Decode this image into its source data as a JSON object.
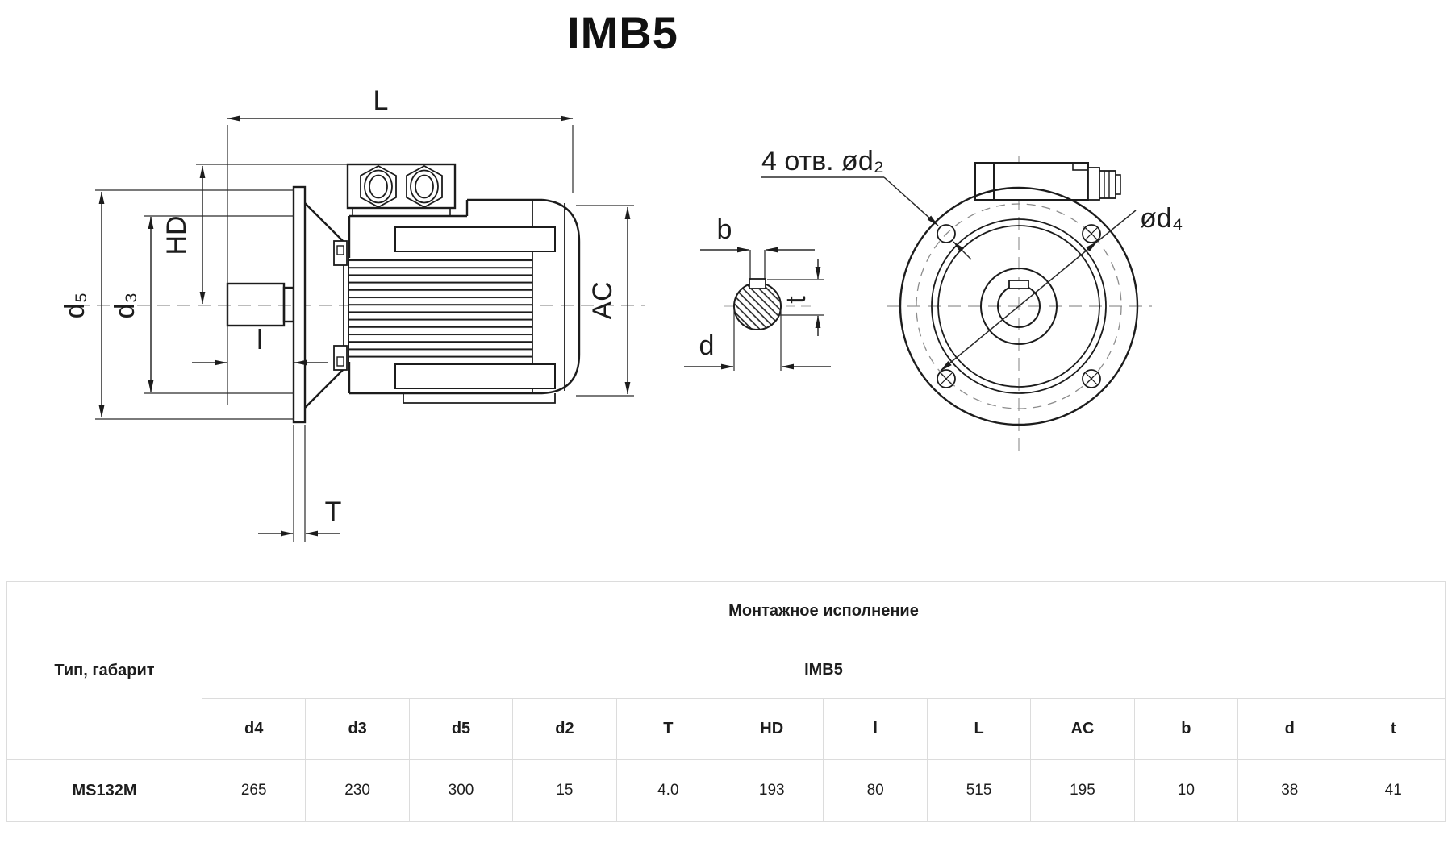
{
  "title": "IMB5",
  "labels": {
    "L": "L",
    "HD": "HD",
    "d5": "d₅",
    "d3": "d₃",
    "l": "l",
    "T": "T",
    "AC": "AC",
    "b": "b",
    "t": "t",
    "d": "d",
    "holes": "4 отв. ød₂",
    "d4": "ød₄"
  },
  "table": {
    "type_header": "Тип, габарит",
    "mounting_header": "Монтажное исполнение",
    "variant_header": "IMB5",
    "columns": [
      "d4",
      "d3",
      "d5",
      "d2",
      "T",
      "HD",
      "l",
      "L",
      "AC",
      "b",
      "d",
      "t"
    ],
    "rows": [
      {
        "type": "MS132M",
        "values": [
          "265",
          "230",
          "300",
          "15",
          "4.0",
          "193",
          "80",
          "515",
          "195",
          "10",
          "38",
          "41"
        ]
      }
    ]
  },
  "colors": {
    "line": "#1c1c1c",
    "centerline": "#a6a6a6",
    "table_border": "#dcdcdc",
    "text": "#1d1d1d"
  }
}
